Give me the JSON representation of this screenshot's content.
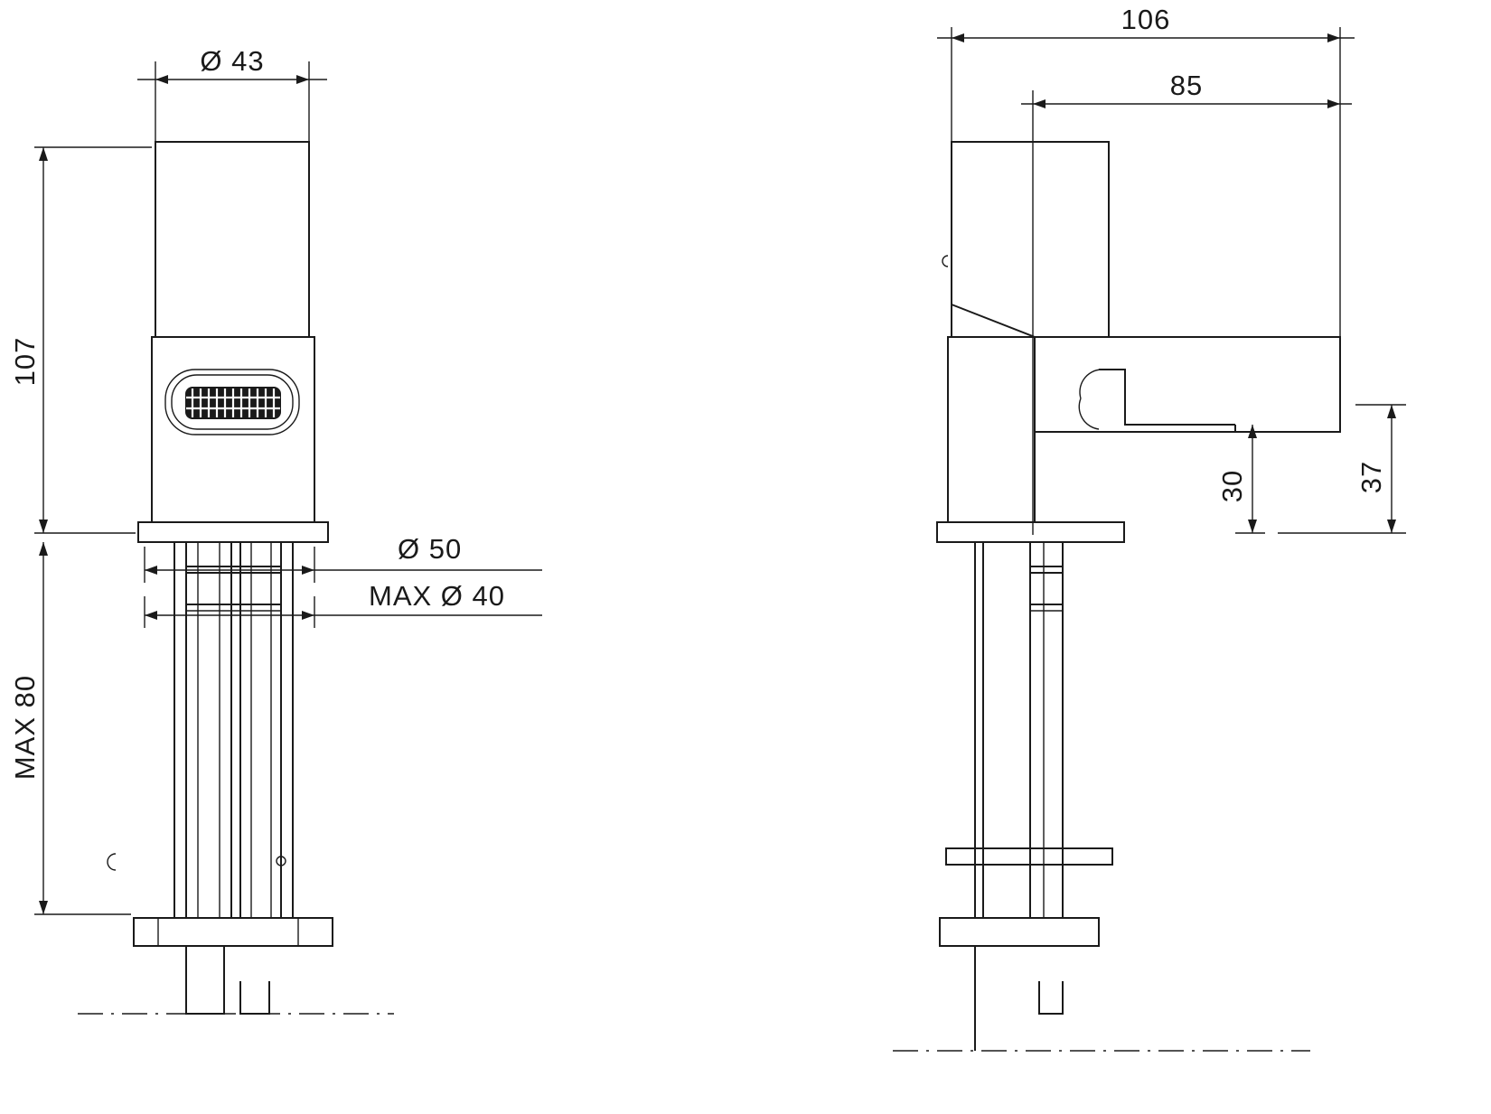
{
  "drawing": {
    "title": "",
    "line_color": "#1a1a1a",
    "background_color": "#ffffff",
    "views": [
      {
        "name": "front-view",
        "position": "left"
      },
      {
        "name": "side-view",
        "position": "right"
      }
    ]
  },
  "dimensions": {
    "front": {
      "spout_diameter": "Ø 43",
      "body_height": "107",
      "mounting_hole": "Ø 50",
      "max_mounting_thickness": "MAX Ø 40",
      "max_stud_length": "MAX 80"
    },
    "side": {
      "overall_depth": "106",
      "spout_reach": "85",
      "spout_height_inner": "30",
      "spout_height_outer": "37"
    }
  }
}
